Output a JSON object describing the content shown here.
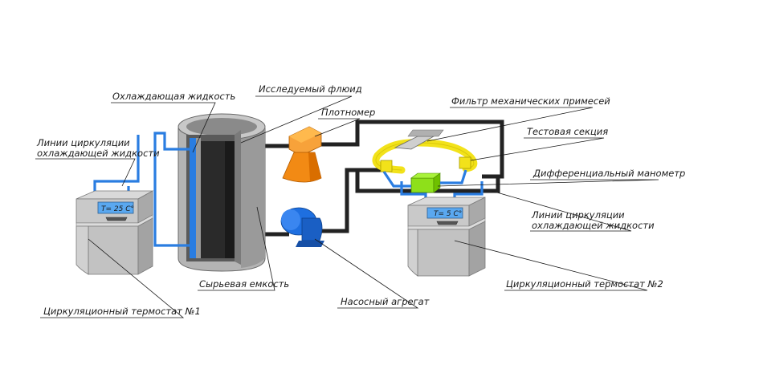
{
  "labels": {
    "coolant_liquid": "Охлаждающая жидкость",
    "test_fluid": "Исследуемый флюид",
    "densimeter": "Плотномер",
    "filter": "Фильтр механических примесей",
    "test_section": "Тестовая секция",
    "diff_manometer": "Дифференциальный манометр",
    "circ_lines_left_1": "Линии циркуляции",
    "circ_lines_left_2": "охлаждающей жидкости",
    "circ_lines_right_1": "Линии циркуляции",
    "circ_lines_right_2": "охлаждающей жидкости",
    "raw_tank": "Сырьевая емкость",
    "pump": "Насосный агрегат",
    "thermostat_1": "Циркуляционный термостат №1",
    "thermostat_2": "Циркуляционный термостат №2"
  },
  "displays": {
    "thermostat_1": "T= 25 C°",
    "thermostat_2": "T= 5 C°"
  },
  "colors": {
    "coolant_pipe": "#2a7de1",
    "fluid_pipe": "#222222",
    "densimeter": "#f28a14",
    "pump": "#1e6fe0",
    "test_section": "#f2e21a",
    "diff_manometer": "#8ee01a",
    "display": "#5aa8f0",
    "equipment_gray": "#b8b8b8"
  }
}
